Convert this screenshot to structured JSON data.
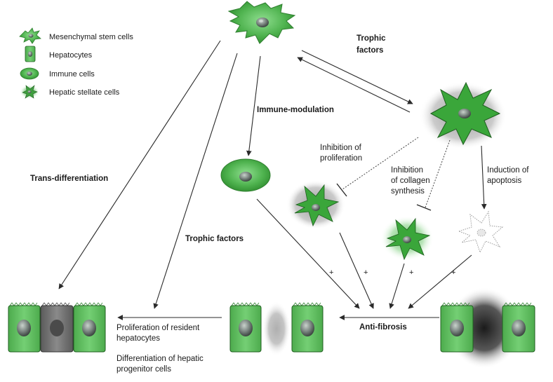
{
  "legend": {
    "items": [
      {
        "label": "Mesenchymal stem cells",
        "icon": "msc-icon"
      },
      {
        "label": "Hepatocytes",
        "icon": "hepatocyte-icon"
      },
      {
        "label": "Immune cells",
        "icon": "immune-cell-icon"
      },
      {
        "label": "Hepatic stellate cells",
        "icon": "stellate-cell-icon"
      }
    ]
  },
  "labels": {
    "trophic_factors_top_1": "Trophic",
    "trophic_factors_top_2": "factors",
    "immune_modulation": "Immune-modulation",
    "trans_differentiation": "Trans-differentiation",
    "trophic_factors_mid": "Trophic factors",
    "inhibition_proliferation_1": "Inhibition of",
    "inhibition_proliferation_2": "proliferation",
    "inhibition_collagen_1": "Inhibition",
    "inhibition_collagen_2": "of collagen",
    "inhibition_collagen_3": "synthesis",
    "induction_apoptosis_1": "Induction of",
    "induction_apoptosis_2": "apoptosis",
    "anti_fibrosis": "Anti-fibrosis",
    "proliferation_1": "Proliferation of resident",
    "proliferation_2": "hepatocytes",
    "differentiation_1": "Differentiation of hepatic",
    "differentiation_2": "progenitor cells",
    "plus": "+"
  },
  "colors": {
    "cell_green": "#5bbd5b",
    "cell_green_dark": "#2f8a2f",
    "cell_border": "#1f5f1f",
    "nucleus": "#7a8580",
    "halo": "#9a9a9a",
    "arrow": "#2a2a2a"
  }
}
